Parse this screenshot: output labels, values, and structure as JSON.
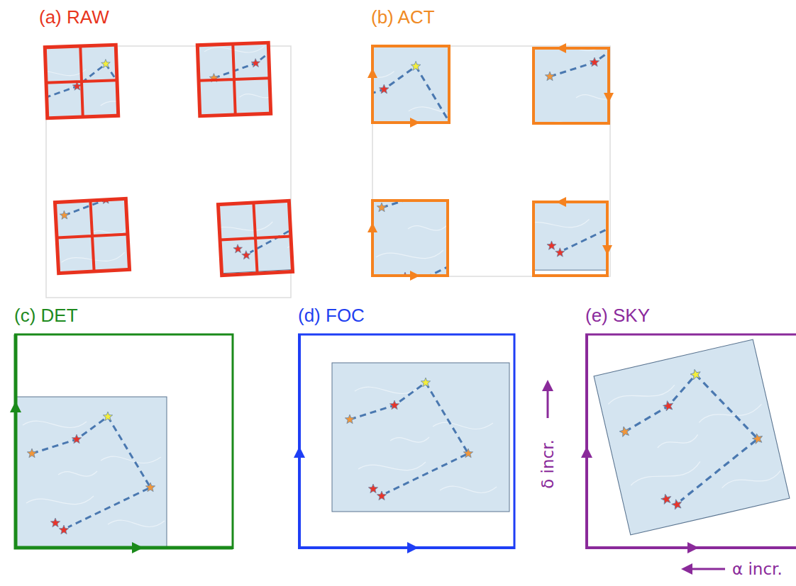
{
  "diagram": {
    "nodes": [
      {
        "text": [
          "(a) RAW"
        ]
      },
      {
        "text": [
          "(b) ACT"
        ]
      },
      {
        "text": [
          "(c) DET"
        ]
      },
      {
        "text": [
          "(d) FOC"
        ]
      },
      {
        "text": [
          "(e) SKY"
        ]
      }
    ],
    "labels": [
      "δ incr.",
      "α incr."
    ]
  }
}
